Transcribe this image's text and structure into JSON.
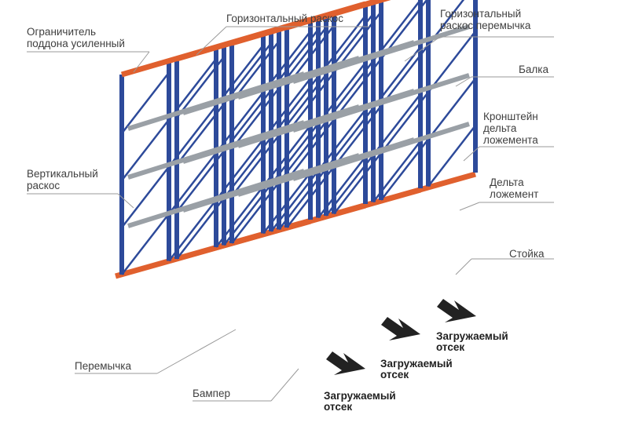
{
  "labels": {
    "pallet_stop": "Ограничитель\nподдона усиленный",
    "horizontal_brace": "Горизонтальный раскос",
    "horizontal_brace_jumper": "Горизонтальный\nраскос перемычка",
    "beam": "Балка",
    "delta_rail_bracket": "Кронштейн\nдельта\nложемента",
    "vertical_brace": "Вертикальный\nраскос",
    "delta_rail": "Дельта\nложемент",
    "upright": "Стойка",
    "jumper": "Перемычка",
    "bumper": "Бампер",
    "loading_bay_1": "Загружаемый\nотсек",
    "loading_bay_2": "Загружаемый\nотсек",
    "loading_bay_3": "Загружаемый\nотсек"
  },
  "colors": {
    "upright_blue": "#2d4a9a",
    "beam_orange": "#e0602e",
    "rail_grey": "#9aa0a6",
    "leader_grey": "#9a9a9a",
    "arrow": "#222222"
  }
}
